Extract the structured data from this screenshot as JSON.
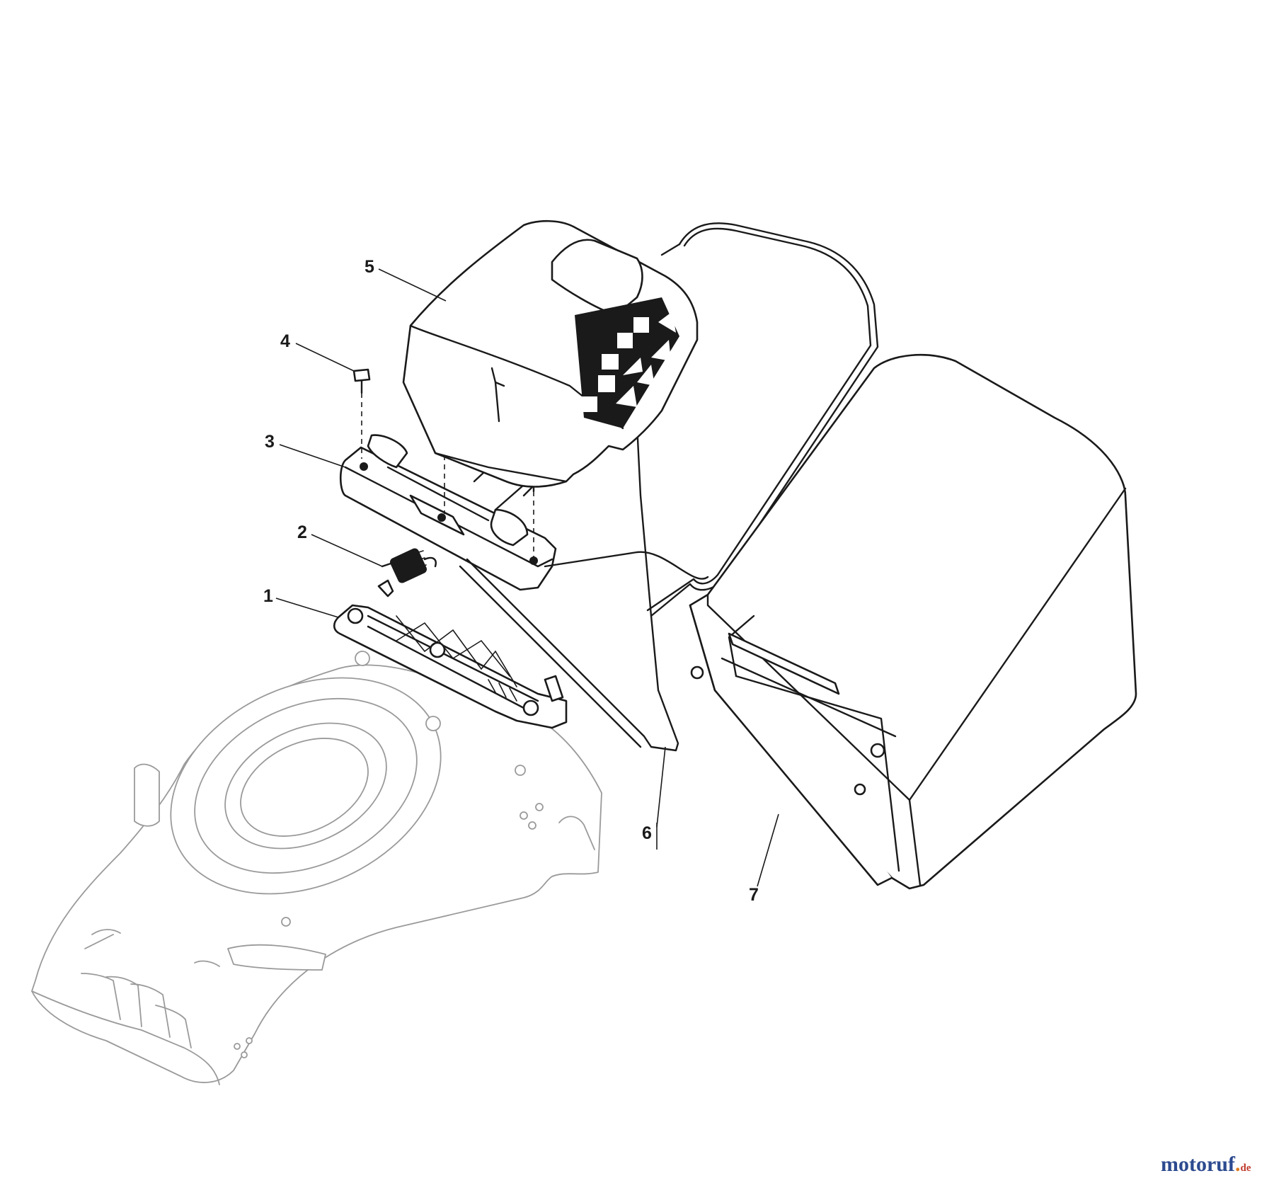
{
  "diagram": {
    "callouts": [
      {
        "id": "part-1",
        "label": "1"
      },
      {
        "id": "part-2",
        "label": "2"
      },
      {
        "id": "part-3",
        "label": "3"
      },
      {
        "id": "part-4",
        "label": "4"
      },
      {
        "id": "part-5",
        "label": "5"
      },
      {
        "id": "part-6",
        "label": "6"
      },
      {
        "id": "part-7",
        "label": "7"
      }
    ],
    "watermark": {
      "main": "motoruf",
      "dot": ".",
      "suffix": "de"
    },
    "colors": {
      "ink": "#1a1a1a",
      "ghost": "#9a9a9a",
      "watermark": "#2c4a8f",
      "watermark_suffix": "#c0392b"
    }
  }
}
